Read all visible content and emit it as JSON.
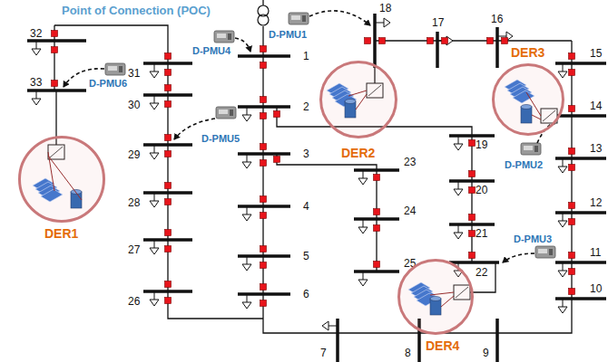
{
  "diagram": {
    "nodes": [
      {
        "text": [
          "D-PMU1"
        ]
      },
      {
        "text": [
          "D-PMU4"
        ]
      },
      {
        "text": [
          "D-PMU6"
        ]
      },
      {
        "text": [
          "DER2"
        ]
      },
      {
        "text": [
          "DER3"
        ]
      },
      {
        "text": [
          "D-PMU5"
        ]
      },
      {
        "text": [
          "D-PMU2"
        ]
      },
      {
        "text": [
          "DER1"
        ]
      },
      {
        "text": [
          "D-PMU3"
        ]
      },
      {
        "text": [
          "DER4"
        ]
      }
    ],
    "labels": [
      "Point of Connection (POC)",
      "1",
      "2",
      "3",
      "4",
      "5",
      "6",
      "7",
      "8",
      "9",
      "10",
      "11",
      "12",
      "13",
      "14",
      "15",
      "16",
      "17",
      "18",
      "19",
      "20",
      "21",
      "22",
      "23",
      "24",
      "25",
      "26",
      "27",
      "28",
      "29",
      "30",
      "31",
      "32",
      "33"
    ]
  }
}
